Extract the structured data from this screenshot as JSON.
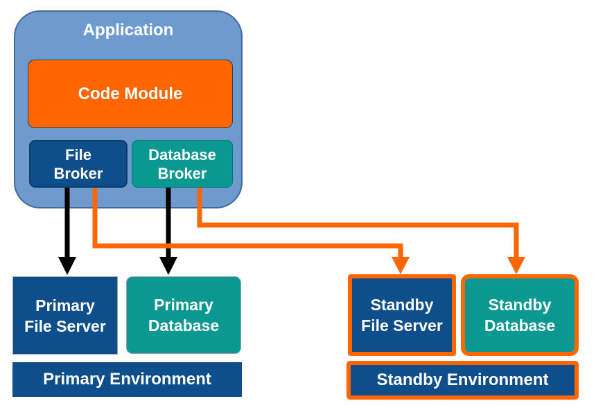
{
  "application": {
    "title": "Application"
  },
  "code_module": {
    "label": "Code Module"
  },
  "file_broker": {
    "label": "File\nBroker"
  },
  "database_broker": {
    "label": "Database\nBroker"
  },
  "primary": {
    "file_server": "Primary\nFile Server",
    "database": "Primary\nDatabase",
    "environment": "Primary Environment"
  },
  "standby": {
    "file_server": "Standby\nFile Server",
    "database": "Standby\nDatabase",
    "environment": "Standby Environment"
  },
  "connections": [
    {
      "from": "file-broker",
      "to": "primary-file-server",
      "color": "#000000",
      "style": "arrow"
    },
    {
      "from": "database-broker",
      "to": "primary-database",
      "color": "#000000",
      "style": "arrow"
    },
    {
      "from": "file-broker",
      "to": "standby-file-server",
      "color": "#FF6600",
      "style": "elbow-arrow"
    },
    {
      "from": "database-broker",
      "to": "standby-database",
      "color": "#FF6600",
      "style": "elbow-arrow"
    }
  ],
  "colors": {
    "container_fill": "#6F9ACE",
    "container_border": "#44699E",
    "dark_blue": "#0E4E8B",
    "teal": "#0A9890",
    "orange": "#FF6600",
    "arrow_black": "#000000",
    "text": "#FFFFFF"
  }
}
